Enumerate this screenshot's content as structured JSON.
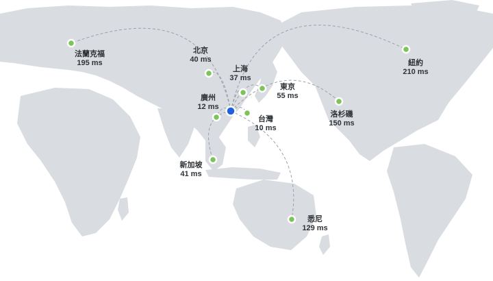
{
  "map": {
    "hub": {
      "name": "hub-location"
    },
    "locations": [
      {
        "id": "frankfurt",
        "city": "法蘭克福",
        "latency": "195 ms"
      },
      {
        "id": "beijing",
        "city": "北京",
        "latency": "40 ms"
      },
      {
        "id": "shanghai",
        "city": "上海",
        "latency": "37 ms"
      },
      {
        "id": "tokyo",
        "city": "東京",
        "latency": "55 ms"
      },
      {
        "id": "guangzhou",
        "city": "廣州",
        "latency": "12 ms"
      },
      {
        "id": "taiwan",
        "city": "台灣",
        "latency": "10 ms"
      },
      {
        "id": "singapore",
        "city": "新加坡",
        "latency": "41 ms"
      },
      {
        "id": "sydney",
        "city": "悉尼",
        "latency": "129 ms"
      },
      {
        "id": "los-angeles",
        "city": "洛杉磯",
        "latency": "150 ms"
      },
      {
        "id": "new-york",
        "city": "紐約",
        "latency": "210 ms"
      }
    ],
    "colors": {
      "land": "#d9dce1",
      "node": "#7cc35a",
      "hub": "#1f5fe0",
      "route": "#9aa0a8"
    }
  }
}
